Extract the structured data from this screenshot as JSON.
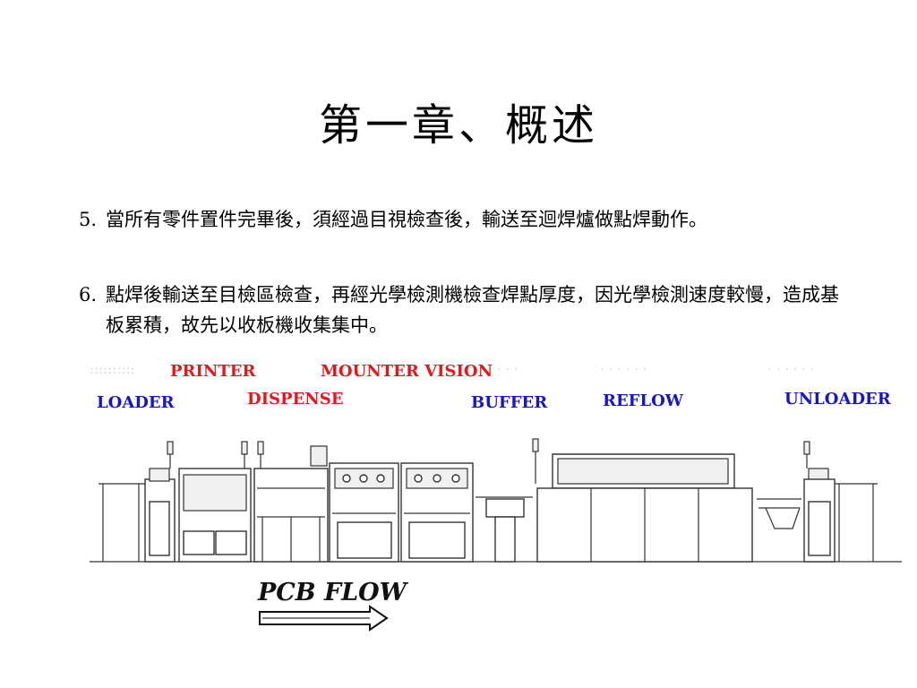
{
  "slide": {
    "title": "第一章、概述",
    "points": [
      {
        "num": "5.",
        "text": "當所有零件置件完畢後，須經過目視檢查後，輸送至迴焊爐做點焊動作。"
      },
      {
        "num": "6.",
        "text": "點焊後輸送至目檢區檢查，再經光學檢測機檢查焊點厚度，因光學檢測速度較慢，造成基板累積，故先以收板機收集集中。"
      }
    ]
  },
  "figure": {
    "labels": {
      "printer": "PRINTER",
      "mounter_vision": "MOUNTER VISION",
      "loader": "LOADER",
      "dispense": "DISPENSE",
      "buffer": "BUFFER",
      "reflow": "REFLOW",
      "unloader": "UNLOADER"
    },
    "flow_label": "PCB FLOW",
    "colors": {
      "red": "#e8151b",
      "blue": "#1616c8"
    }
  }
}
